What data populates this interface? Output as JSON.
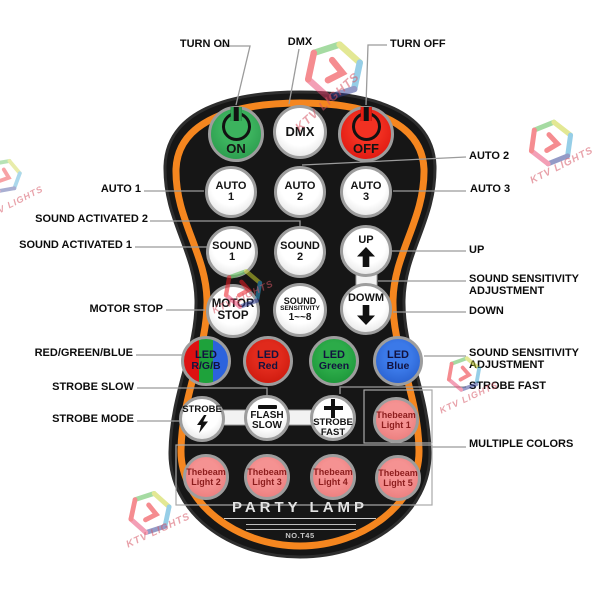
{
  "product": {
    "name": "PARTY LAMP",
    "model": "NO.T45"
  },
  "watermark": {
    "text": "KTV LIGHTS"
  },
  "callouts": {
    "turn_on": "TURN ON",
    "dmx": "DMX",
    "turn_off": "TURN OFF",
    "auto1": "AUTO 1",
    "auto2": "AUTO 2",
    "auto3": "AUTO 3",
    "sound_activated_2": "SOUND ACTIVATED 2",
    "sound_activated_1": "SOUND ACTIVATED 1",
    "up": "UP",
    "sound_sensitivity_adjustment_1": "SOUND SENSITIVITY ADJUSTMENT",
    "down": "DOWN",
    "motor_stop": "MOTOR STOP",
    "red_green_blue": "RED/GREEN/BLUE",
    "sound_sensitivity_adjustment_2": "SOUND SENSITIVITY ADJUSTMENT",
    "strobe_slow": "STROBE SLOW",
    "strobe_fast": "STROBE FAST",
    "strobe_mode": "STROBE MODE",
    "multiple_colors": "MULTIPLE COLORS"
  },
  "buttons": {
    "on": {
      "label": "ON"
    },
    "dmx": {
      "label": "DMX"
    },
    "off": {
      "label": "OFF"
    },
    "auto1": {
      "line1": "AUTO",
      "line2": "1"
    },
    "auto2": {
      "line1": "AUTO",
      "line2": "2"
    },
    "auto3": {
      "line1": "AUTO",
      "line2": "3"
    },
    "sound1": {
      "line1": "SOUND",
      "line2": "1"
    },
    "sound2": {
      "line1": "SOUND",
      "line2": "2"
    },
    "up": {
      "label": "UP"
    },
    "down": {
      "label": "DOWM"
    },
    "motor_stop": {
      "line1": "MOTOR",
      "line2": "STOP"
    },
    "sound_sensitivity": {
      "line1": "SOUND",
      "line2": "SENSITIVITY",
      "line3": "1~~8"
    },
    "led_rgb": {
      "line1": "LED",
      "line2": "R/G/B"
    },
    "led_red": {
      "line1": "LED",
      "line2": "Red"
    },
    "led_green": {
      "line1": "LED",
      "line2": "Green"
    },
    "led_blue": {
      "line1": "LED",
      "line2": "Blue"
    },
    "strobe": {
      "label": "STROBE"
    },
    "flash_slow": {
      "line1": "FLASH",
      "line2": "SLOW"
    },
    "strobe_fast": {
      "line1": "STROBE",
      "line2": "FAST"
    },
    "beam1": {
      "line1": "Thebeam",
      "line2": "Light 1"
    },
    "beam2": {
      "line1": "Thebeam",
      "line2": "Light 2"
    },
    "beam3": {
      "line1": "Thebeam",
      "line2": "Light 3"
    },
    "beam4": {
      "line1": "Thebeam",
      "line2": "Light 4"
    },
    "beam5": {
      "line1": "Thebeam",
      "line2": "Light 5"
    }
  },
  "colors": {
    "body_black": "#161616",
    "trim_orange": "#f5861f",
    "on_green": "#2da04f",
    "off_red": "#e81d13",
    "led_red": "#d31d15",
    "led_green": "#1fa23c",
    "led_blue": "#2e6ede",
    "beam_pink": "#f08585"
  }
}
